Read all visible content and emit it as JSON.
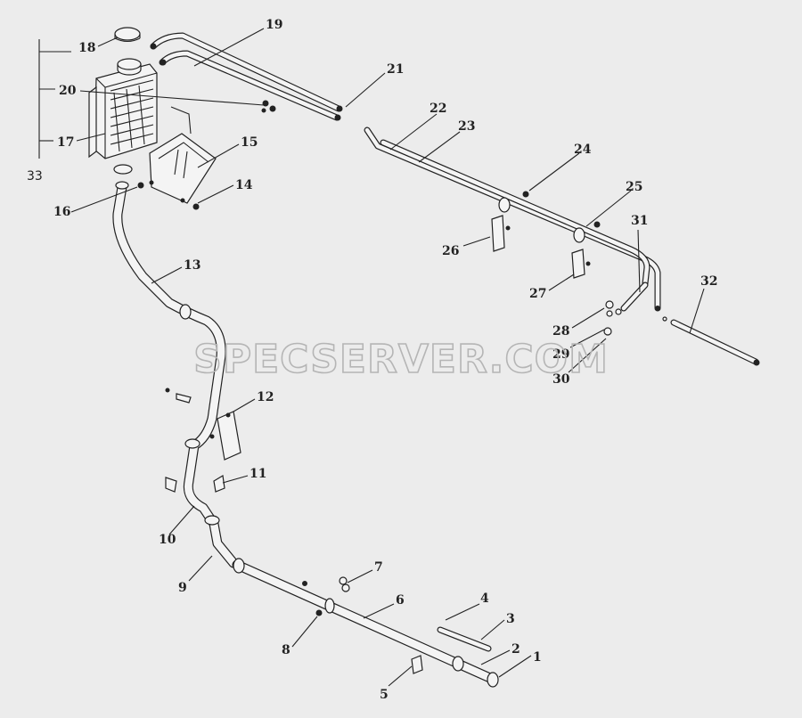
{
  "watermark": "SPECSERVER.COM",
  "callouts": [
    "1",
    "2",
    "3",
    "4",
    "5",
    "6",
    "7",
    "8",
    "9",
    "10",
    "11",
    "12",
    "13",
    "14",
    "15",
    "16",
    "17",
    "18",
    "19",
    "20",
    "21",
    "22",
    "23",
    "24",
    "25",
    "26",
    "27",
    "28",
    "29",
    "30",
    "31",
    "32",
    "33"
  ]
}
